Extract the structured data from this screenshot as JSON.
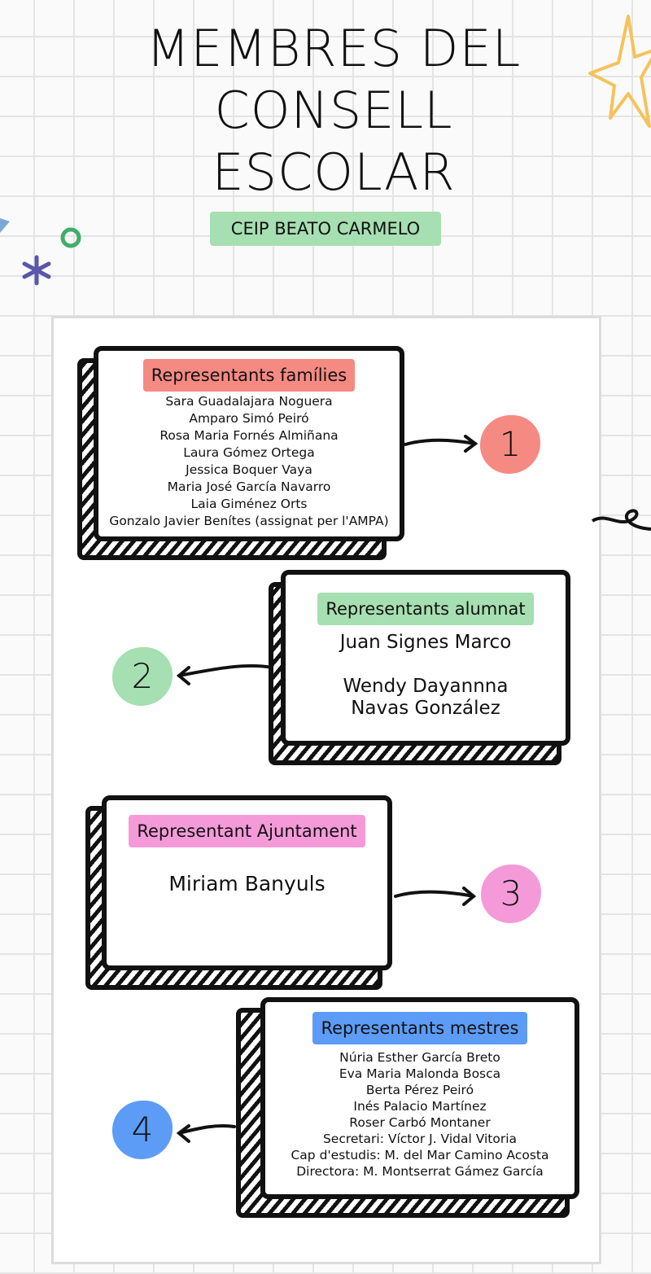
{
  "title": {
    "lines": [
      "MEMBRES DEL",
      "CONSELL",
      "ESCOLAR"
    ],
    "school": "CEIP BEATO CARMELO"
  },
  "colors": {
    "families": "#f58a83",
    "students": "#a6dfb1",
    "council": "#f59ad8",
    "teachers": "#5c9cf6"
  },
  "groups": [
    {
      "number": "1",
      "label": "Representants famílies",
      "members": [
        "Sara Guadalajara Noguera",
        "Amparo Simó Peiró",
        "Rosa Maria Fornés Almiñana",
        "Laura Gómez Ortega",
        "Jessica Boquer Vaya",
        "Maria José García Navarro",
        "Laia Giménez Orts",
        "Gonzalo Javier Benítes (assignat per l'AMPA)"
      ]
    },
    {
      "number": "2",
      "label": "Representants alumnat",
      "members": [
        "Juan Signes Marco",
        "Wendy Dayannna Navas González"
      ]
    },
    {
      "number": "3",
      "label": "Representant Ajuntament",
      "members": [
        "Miriam Banyuls"
      ]
    },
    {
      "number": "4",
      "label": "Representants mestres",
      "members": [
        "Núria Esther García Breto",
        "Eva Maria Malonda Bosca",
        "Berta Pérez Peiró",
        "Inés Palacio Martínez",
        "Roser Carbó Montaner",
        "Secretari: Víctor J. Vidal Vitoria",
        "Cap d'estudis: M. del Mar Camino Acosta",
        "Directora: M. Montserrat Gámez García"
      ]
    }
  ]
}
